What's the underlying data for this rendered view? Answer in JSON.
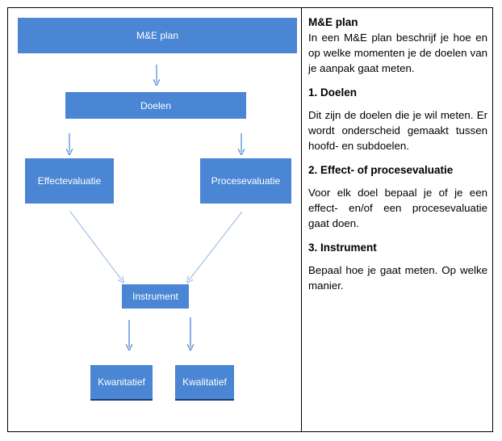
{
  "diagram": {
    "nodes": {
      "me_plan": "M&E plan",
      "doelen": "Doelen",
      "effect": "Effectevaluatie",
      "proces": "Procesevaluatie",
      "instrument": "Instrument",
      "kwantitatief": "Kwanitatief",
      "kwalitatief": "Kwalitatief"
    },
    "colors": {
      "box": "#4a86d4",
      "arrow": "#4a86d4",
      "diagonal": "#9dbbe6"
    }
  },
  "text": {
    "title": "M&E plan",
    "intro": "In een M&E plan beschrijf je hoe en op welke momenten je de doelen van je aanpak gaat meten.",
    "s1_heading": "1. Doelen",
    "s1_body": "Dit zijn de doelen die je wil meten. Er wordt onderscheid gemaakt tussen hoofd- en subdoelen.",
    "s2_heading": "2. Effect- of procesevaluatie",
    "s2_body": "Voor elk doel bepaal je of je een effect- en/of een procesevaluatie gaat doen.",
    "s3_heading": "3. Instrument",
    "s3_body": "Bepaal hoe je gaat meten. Op welke manier."
  }
}
